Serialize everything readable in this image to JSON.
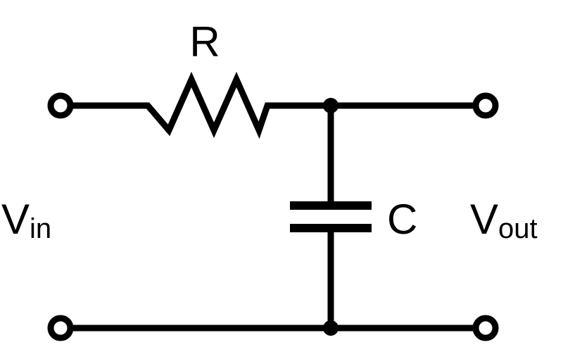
{
  "diagram": {
    "stroke_color": "#000000",
    "labels": {
      "resistor": "R",
      "capacitor": "C",
      "input_main": "V",
      "input_sub": "in",
      "output_main": "V",
      "output_sub": "out"
    }
  }
}
